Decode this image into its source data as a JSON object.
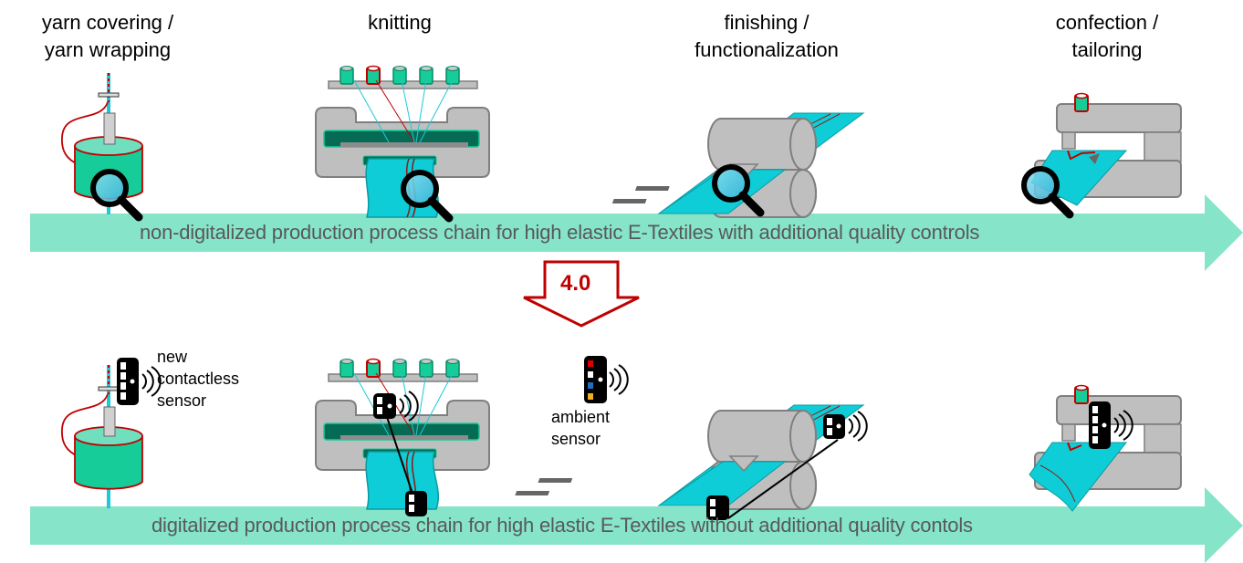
{
  "stages": [
    {
      "id": "yarn",
      "label_line1": "yarn covering /",
      "label_line2": "yarn wrapping"
    },
    {
      "id": "knitting",
      "label_line1": "knitting",
      "label_line2": ""
    },
    {
      "id": "finishing",
      "label_line1": "finishing /",
      "label_line2": "functionalization"
    },
    {
      "id": "confection",
      "label_line1": "confection /",
      "label_line2": "tailoring"
    }
  ],
  "top_chain": {
    "text": "non-digitalized production process chain for high elastic E-Textiles with additional quality controls"
  },
  "bottom_chain": {
    "text": "digitalized production process chain for high elastic E-Textiles without additional quality contols"
  },
  "transition": {
    "label": "4.0"
  },
  "annotations": {
    "contactless_sensor": [
      "new",
      "contactless",
      "sensor"
    ],
    "ambient_sensor": [
      "ambient",
      "sensor"
    ]
  },
  "colors": {
    "band": "#86e5c9",
    "textile": "#0fcdd6",
    "spool_green": "#16cc98",
    "dark_green": "#066b54",
    "machine_gray": "#bfbfbf",
    "thread_red": "#c00000",
    "sensor_black": "#000000"
  },
  "icons": {
    "quality_control": "magnifier-icon",
    "contactless_sensor": "sensor-icon",
    "ambient_sensor": "ambient-sensor-icon"
  }
}
